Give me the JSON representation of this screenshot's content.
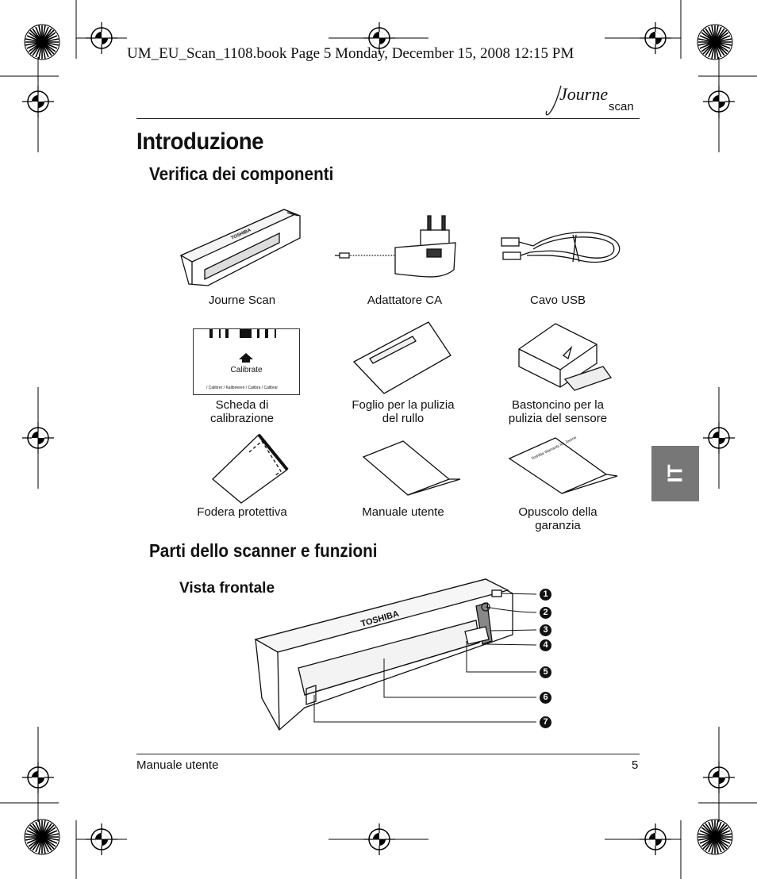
{
  "print_header": "UM_EU_Scan_1108.book  Page 5  Monday, December 15, 2008  12:15 PM",
  "brand": {
    "script": "Journe",
    "sub": "scan"
  },
  "title": "Introduzione",
  "section1": {
    "heading": "Verifica dei componenti",
    "items": [
      {
        "lines": [
          "Journe Scan"
        ]
      },
      {
        "lines": [
          "Adattatore CA"
        ]
      },
      {
        "lines": [
          "Cavo USB"
        ]
      },
      {
        "lines": [
          "Scheda di",
          "calibrazione"
        ]
      },
      {
        "lines": [
          "Foglio per la pulizia",
          "del rullo"
        ]
      },
      {
        "lines": [
          "Bastoncino per la",
          "pulizia del sensore"
        ]
      },
      {
        "lines": [
          "Fodera protettiva"
        ]
      },
      {
        "lines": [
          "Manuale utente"
        ]
      },
      {
        "lines": [
          "Opuscolo della",
          "garanzia"
        ]
      }
    ],
    "calibration_card": {
      "label": "Calibrate",
      "fine_print": "/ Calibrer / Kalibrieren / Calibra / Calibrar"
    },
    "warranty_booklet_text": "Toshiba Warranty for Journe"
  },
  "section2": {
    "heading": "Parti dello scanner e funzioni",
    "subheading": "Vista frontale",
    "scanner_brand": "TOSHIBA",
    "callouts": [
      "1",
      "2",
      "3",
      "4",
      "5",
      "6",
      "7"
    ]
  },
  "language_tab": "IT",
  "footer": {
    "left": "Manuale utente",
    "page": "5"
  }
}
